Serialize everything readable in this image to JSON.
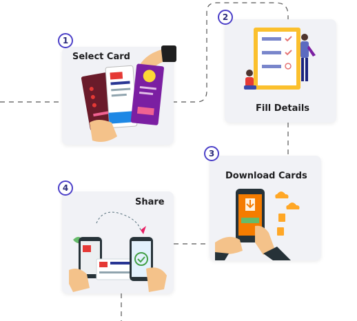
{
  "steps": [
    {
      "number": "1",
      "title": "Select Card"
    },
    {
      "number": "2",
      "title": "Fill Details"
    },
    {
      "number": "3",
      "title": "Download Cards"
    },
    {
      "number": "4",
      "title": "Share"
    }
  ],
  "colors": {
    "badge_border": "#4b3fc8",
    "card_bg": "#f1f2f6",
    "connector": "#555555",
    "accent_orange": "#f5a623",
    "accent_purple": "#6a1b9a",
    "accent_red": "#c62828",
    "accent_green": "#43a047"
  },
  "icons": [
    "hand-holding-cards",
    "checklist-board",
    "phone-download",
    "phone-share"
  ]
}
